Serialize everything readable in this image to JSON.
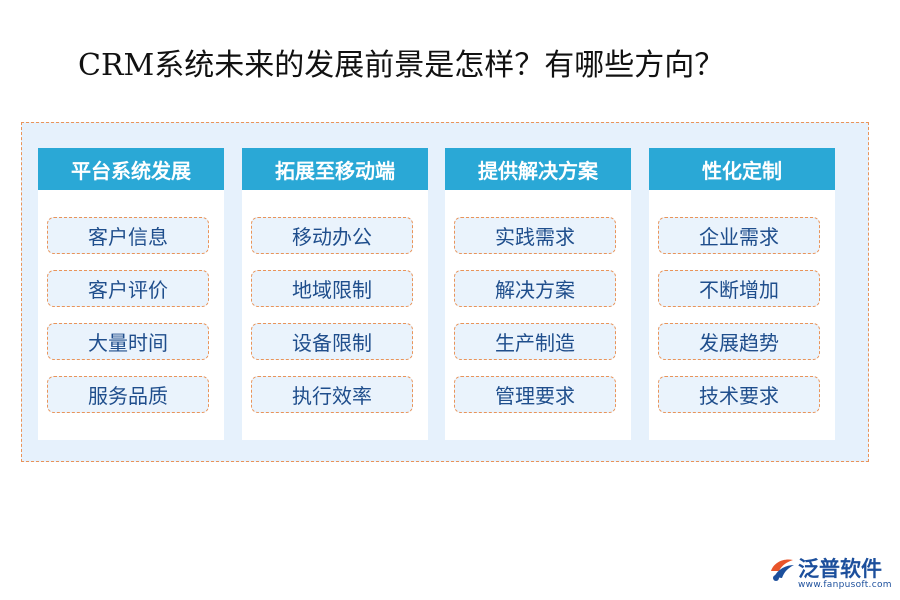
{
  "title": "CRM系统未来的发展前景是怎样？有哪些方向？",
  "columns": [
    {
      "header": "平台系统发展",
      "items": [
        "客户信息",
        "客户评价",
        "大量时间",
        "服务品质"
      ]
    },
    {
      "header": "拓展至移动端",
      "items": [
        "移动办公",
        "地域限制",
        "设备限制",
        "执行效率"
      ]
    },
    {
      "header": "提供解决方案",
      "items": [
        "实践需求",
        "解决方案",
        "生产制造",
        "管理要求"
      ]
    },
    {
      "header": "性化定制",
      "items": [
        "企业需求",
        "不断增加",
        "发展趋势",
        "技术要求"
      ]
    }
  ],
  "brand": {
    "name": "泛普软件",
    "url": "www.fanpusoft.com",
    "icon": "fanpu-logo-icon"
  },
  "colors": {
    "header_bg": "#2aa8d6",
    "panel_bg": "#e6f1fc",
    "dashed_border": "#e9945a",
    "item_text": "#1f4e8c",
    "brand": "#1c4f9c"
  }
}
